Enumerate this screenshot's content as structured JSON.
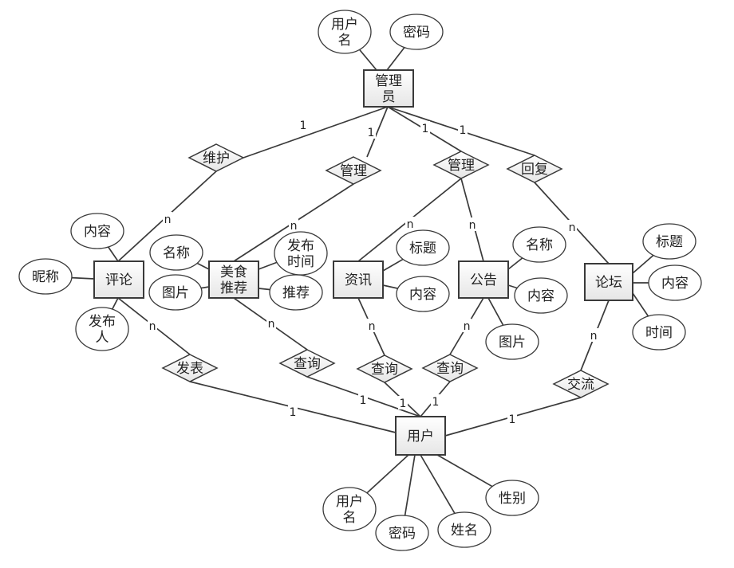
{
  "entities": {
    "admin": [
      "管理",
      "员"
    ],
    "comment": [
      "评论"
    ],
    "food": [
      "美食",
      "推荐"
    ],
    "news": [
      "资讯"
    ],
    "notice": [
      "公告"
    ],
    "forum": [
      "论坛"
    ],
    "user": [
      "用户"
    ]
  },
  "relationships": {
    "maintain": "维护",
    "manage_food": "管理",
    "manage_news": "管理",
    "reply": "回复",
    "publish": "发表",
    "query_food": "查询",
    "query_news": "查询",
    "query_notice": "查询",
    "exchange": "交流"
  },
  "attributes": {
    "admin_username": [
      "用户",
      "名"
    ],
    "admin_password": [
      "密码"
    ],
    "comment_content": [
      "内容"
    ],
    "comment_nickname": [
      "昵称"
    ],
    "comment_author": [
      "发布",
      "人"
    ],
    "food_name": [
      "名称"
    ],
    "food_image": [
      "图片"
    ],
    "food_time": [
      "发布",
      "时间"
    ],
    "food_recommend": [
      "推荐"
    ],
    "news_title": [
      "标题"
    ],
    "news_content": [
      "内容"
    ],
    "notice_name": [
      "名称"
    ],
    "notice_content": [
      "内容"
    ],
    "notice_image": [
      "图片"
    ],
    "forum_title": [
      "标题"
    ],
    "forum_content": [
      "内容"
    ],
    "forum_time": [
      "时间"
    ],
    "user_username": [
      "用户",
      "名"
    ],
    "user_password": [
      "密码"
    ],
    "user_name": [
      "姓名"
    ],
    "user_gender": [
      "性别"
    ]
  },
  "cardinalities": {
    "admin_maintain": "1",
    "admin_manage_food": "1",
    "admin_manage_news": "1",
    "admin_reply": "1",
    "maintain_comment": "n",
    "manage_food_food": "n",
    "manage_news_news": "n",
    "manage_news_notice": "n",
    "reply_forum": "n",
    "comment_publish": "n",
    "food_query": "n",
    "news_query": "n",
    "notice_query": "n",
    "forum_exchange": "n",
    "publish_user": "1",
    "query_food_user": "1",
    "query_news_user": "1",
    "query_notice_user": "1",
    "exchange_user": "1"
  }
}
